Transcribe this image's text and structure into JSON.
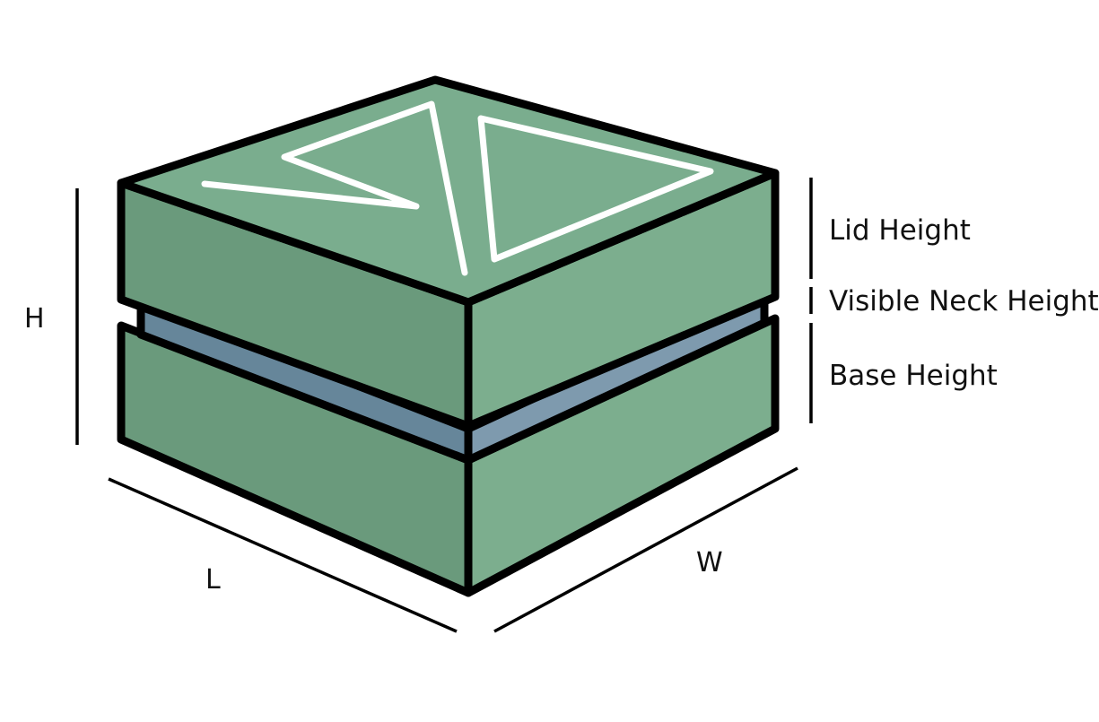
{
  "labels": {
    "lid_height": "Lid Height",
    "neck_height": "Visible Neck Height",
    "base_height": "Base Height",
    "height": "H",
    "length": "L",
    "width": "W"
  },
  "colors": {
    "box_front": "#6a9a7c",
    "box_side": "#7cae8e",
    "box_top": "#7aad8e",
    "neck_front": "#66869a",
    "neck_side": "#7e9aae",
    "outline": "#000000",
    "logo": "#ffffff"
  }
}
